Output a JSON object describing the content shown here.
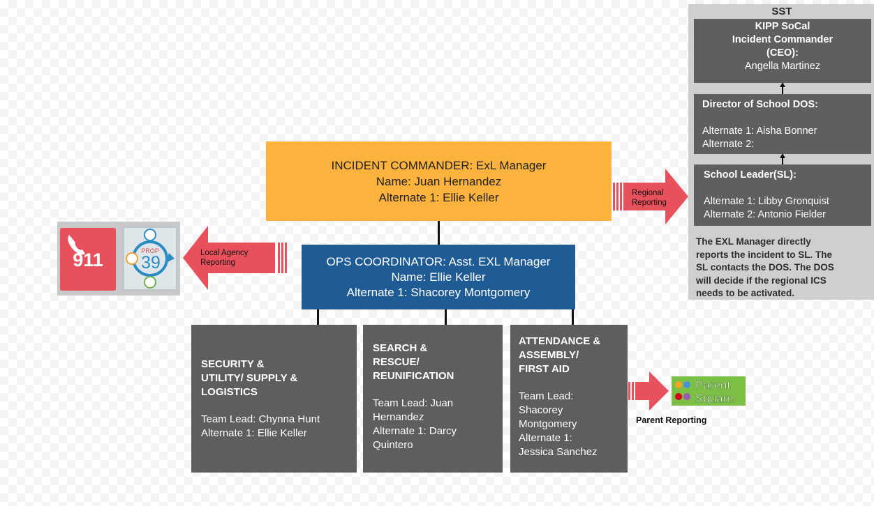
{
  "sst": {
    "title": "SST",
    "ceo": {
      "line1": "KIPP SoCal",
      "line2": "Incident Commander",
      "line3": "(CEO):",
      "name": "Angella Martinez"
    },
    "dos": {
      "heading": "Director of School DOS:",
      "alt1": "Alternate 1: Aisha Bonner",
      "alt2": "Alternate 2:"
    },
    "sl": {
      "heading": "School Leader(SL):",
      "alt1": "Alternate 1: Libby Gronquist",
      "alt2": "Alternate 2: Antonio Fielder"
    },
    "note": [
      "The EXL Manager directly",
      "reports the incident to SL. The",
      "SL contacts the DOS. The DOS",
      "will decide if the regional ICS",
      "needs to be activated."
    ]
  },
  "incident_commander": {
    "line1": "INCIDENT COMMANDER: ExL Manager",
    "line2": "Name: Juan Hernandez",
    "line3": "Alternate 1: Ellie Keller"
  },
  "ops_coordinator": {
    "line1": "OPS COORDINATOR: Asst. EXL Manager",
    "line2": "Name: Ellie Keller",
    "line3": "Alternate 1: Shacorey Montgomery"
  },
  "teams": [
    {
      "heading": [
        "SECURITY &",
        "UTILITY/ SUPPLY &",
        "LOGISTICS"
      ],
      "lines": [
        "Team Lead: Chynna Hunt",
        "Alternate 1: Ellie Keller"
      ]
    },
    {
      "heading": [
        "SEARCH &",
        "RESCUE/",
        "REUNIFICATION"
      ],
      "lines": [
        "Team Lead: Juan",
        "Hernandez",
        "Alternate 1: Darcy",
        "Quintero"
      ]
    },
    {
      "heading": [
        "ATTENDANCE &",
        "ASSEMBLY/",
        "FIRST AID"
      ],
      "lines": [
        "Team Lead:",
        "Shacorey",
        "Montgomery",
        "Alternate 1:",
        "Jessica Sanchez"
      ]
    }
  ],
  "arrows": {
    "regional": [
      "Regional",
      "Reporting"
    ],
    "local": [
      "Local Agency",
      "Reporting"
    ],
    "parent": "Parent Reporting"
  },
  "icons": {
    "emergency": "911",
    "prop_top": "PROP",
    "prop_num": "39",
    "parentsquare_line1": "Parent",
    "parentsquare_line2": "Square"
  },
  "colors": {
    "incident_commander": "#fbb33e",
    "ops_coordinator": "#1f5b94",
    "team_box": "#5e5e5e",
    "arrow": "#e8505b",
    "parentsquare": "#7bbf44"
  }
}
